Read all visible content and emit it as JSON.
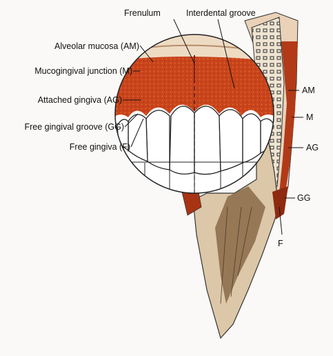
{
  "labels": {
    "frenulum": "Frenulum",
    "interdental_groove": "Interdental groove",
    "alveolar_mucosa": "Alveolar mucosa (AM)",
    "mucogingival_junction": "Mucogingival junction (M)",
    "attached_gingiva": "Attached gingiva (AG)",
    "free_gingival_groove": "Free gingival groove (GG)",
    "free_gingiva": "Free gingiva (F)",
    "am": "AM",
    "m": "M",
    "ag": "AG",
    "gg": "GG",
    "f": "F"
  },
  "colors": {
    "gingiva": "#c9441c",
    "gingiva_dark": "#8e2a10",
    "mucosa": "#e9d2b8",
    "tooth": "#ffffff",
    "root": "#dcc7a8",
    "bone": "#e6d7bf",
    "pulp": "#8a6a48"
  }
}
